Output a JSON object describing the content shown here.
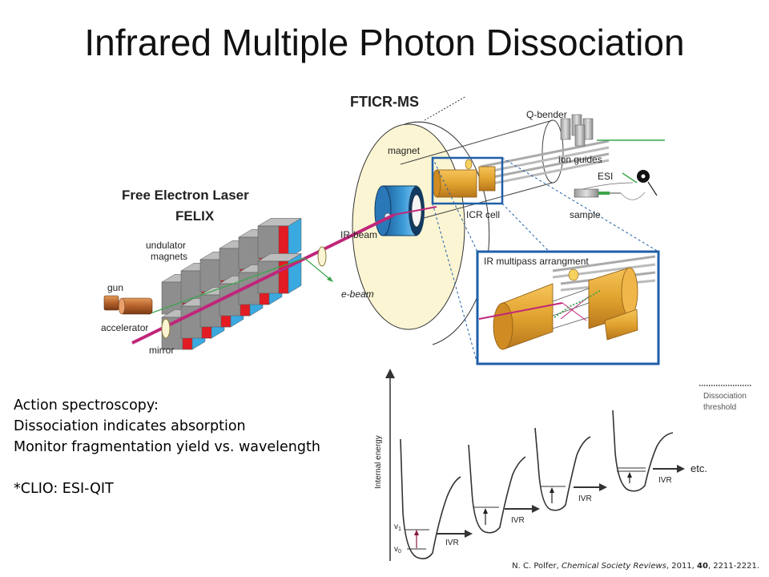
{
  "slide": {
    "title": "Infrared Multiple Photon Dissociation"
  },
  "apparatus": {
    "fticr_title": "FTICR-MS",
    "fel_title_1": "Free Electron Laser",
    "fel_title_2": "FELIX",
    "magnet": "magnet",
    "q_bender": "Q-bender",
    "ion_guides": "ion guides",
    "esi": "ESI",
    "sample": "sample",
    "icr_cell": "ICR cell",
    "ir_beam": "IR-beam",
    "e_beam": "e-beam",
    "undulator_1": "undulator",
    "undulator_2": "magnets",
    "gun": "gun",
    "accelerator": "accelerator",
    "mirror": "mirror",
    "inset_title": "IR multipass arrangment"
  },
  "energy_diagram": {
    "y_axis_label": "Internal energy",
    "legend_1": "Dissociation",
    "legend_2": "threshold",
    "v1": "v",
    "v1_sub": "1",
    "v0": "v",
    "v0_sub": "0",
    "ivr": "IVR",
    "etc": "etc."
  },
  "notes": {
    "line1": "Action spectroscopy:",
    "line2": "Dissociation indicates absorption",
    "line3": "Monitor fragmentation yield vs. wavelength",
    "line4": "*CLIO: ESI-QIT"
  },
  "citation": {
    "authors": "N. C. Polfer, ",
    "journal": "Chemical Society Reviews",
    "year": ", 2011, ",
    "volume": "40",
    "pages": ", 2211-2221."
  },
  "colors": {
    "laser_beam": "#c0267a",
    "ion_beam": "#3aa54a",
    "frame_blue": "#1f5fa8",
    "gold": "#e1a32f",
    "magnet_red": "#e31b23",
    "magnet_blue": "#3aa9e0",
    "magnet_grey": "#8e8e8e",
    "magnet_cream": "#fbf5d3"
  }
}
